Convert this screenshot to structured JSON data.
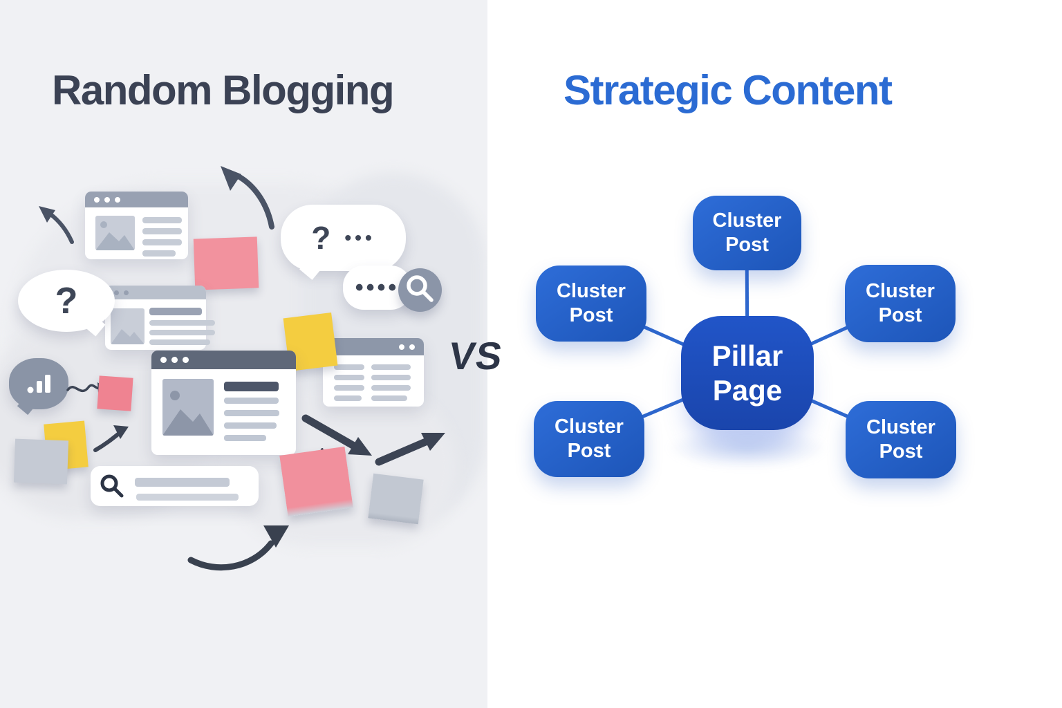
{
  "left": {
    "title": "Random Blogging",
    "bubbles": {
      "question": "?",
      "question2": "?",
      "ellipsis": "•••",
      "typing_dots": "••••"
    },
    "colors": {
      "background": "#f0f1f4",
      "title": "#3b4254",
      "arrow": "#3c4454",
      "sticky_pink": "#f2929e",
      "sticky_yellow": "#f4cd40",
      "sticky_gray": "#c5cad4",
      "window_header": "#98a1b2",
      "window_header_light": "#b9c0cc",
      "window_header_dark": "#5f6879",
      "gray_bubble": "#8a94a6"
    },
    "icons": {
      "search-icon": "magnifier glyph (circle + handle)",
      "bar-chart-icon": "dot with rising bars",
      "mountain-image-icon": "picture placeholder with peaks",
      "question-icon": "?",
      "arrow-icon": "curved and straight dark arrows"
    }
  },
  "divider": {
    "label": "VS",
    "color": "#2d3547"
  },
  "right": {
    "title": "Strategic Content",
    "colors": {
      "background": "#ffffff",
      "title": "#2b6bd3",
      "pillar_fill": "#1c4dbb",
      "cluster_fill": "#2262ca",
      "connector": "#2e67cd",
      "node_text": "#ffffff"
    },
    "diagram": {
      "pillar": {
        "label": "Pillar Page"
      },
      "clusters": [
        {
          "label": "Cluster Post",
          "position": "top"
        },
        {
          "label": "Cluster Post",
          "position": "left-top"
        },
        {
          "label": "Cluster Post",
          "position": "right-top"
        },
        {
          "label": "Cluster Post",
          "position": "left-bottom"
        },
        {
          "label": "Cluster Post",
          "position": "right-bottom"
        }
      ]
    }
  }
}
